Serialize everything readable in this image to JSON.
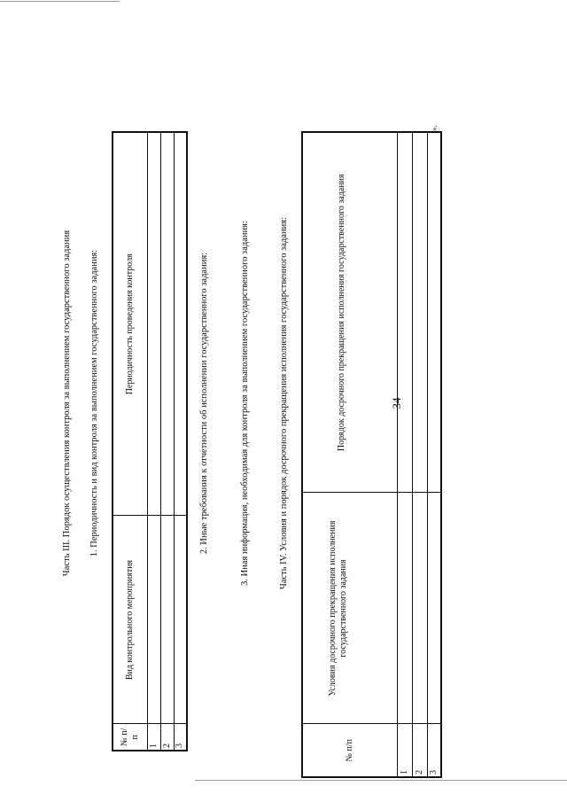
{
  "page_number": "34",
  "part3": {
    "title": "Часть III. Порядок осуществления контроля за выполнением государственного задания",
    "section1": "1. Периодичность и вид контроля за выполнением государственного задания:",
    "table": {
      "headers": [
        "№ п/п",
        "Вид контрольного мероприятия",
        "Периодичность проведения контроля"
      ],
      "rows": [
        "1",
        "2",
        "3"
      ]
    },
    "section2": "2. Иные требования к отчетности об исполнении государственного задания:",
    "section3": "3. Иная информация, необходимая для контроля за выполнением государственного задания:"
  },
  "part4": {
    "title": "Часть IV. Условия и порядок досрочного прекращения исполнения государственного задания:",
    "table": {
      "headers": [
        "№ п/п",
        "Условия досрочного прекращения исполнения государственного задания",
        "Порядок досрочного прекращения исполнения государственного задания"
      ],
      "rows": [
        "1",
        "2",
        "3"
      ]
    },
    "closing_mark": "»."
  }
}
